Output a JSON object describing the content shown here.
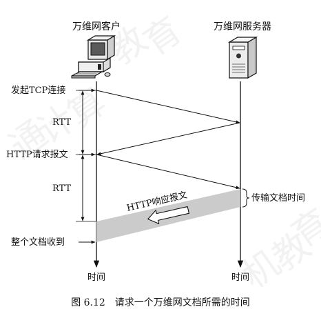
{
  "client_label": "万维网客户",
  "server_label": "万维网服务器",
  "labels": {
    "tcp_connect": "发起TCP连接",
    "http_request": "HTTP请求报文",
    "doc_received": "整个文档收到",
    "rtt_1": "RTT",
    "rtt_2": "RTT",
    "http_response": "HTTP响应报文",
    "transfer_time": "传输文档时间",
    "time_client": "时间",
    "time_server": "时间"
  },
  "caption": "图 6.12　请求一个万维网文档所需的时间",
  "watermark_chars": [
    "通",
    "计",
    "算",
    "机",
    "教",
    "育",
    "教",
    "育"
  ]
}
